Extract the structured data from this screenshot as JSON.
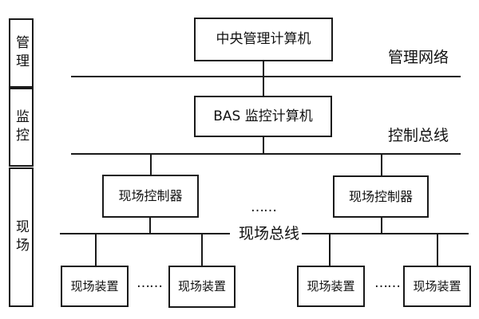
{
  "diagram": {
    "sidebar": {
      "levels": [
        "管理",
        "监控",
        "现场"
      ]
    },
    "nodes": {
      "central_computer": "中央管理计算机",
      "bas_computer": "BAS 监控计算机",
      "field_controller": "现场控制器",
      "field_device": "现场装置"
    },
    "buses": {
      "management_network": "管理网络",
      "control_bus": "控制总线",
      "field_bus": "现场总线"
    },
    "ellipsis": "……",
    "colors": {
      "line": "#1a1a1a",
      "background": "#ffffff",
      "text": "#111111"
    }
  }
}
